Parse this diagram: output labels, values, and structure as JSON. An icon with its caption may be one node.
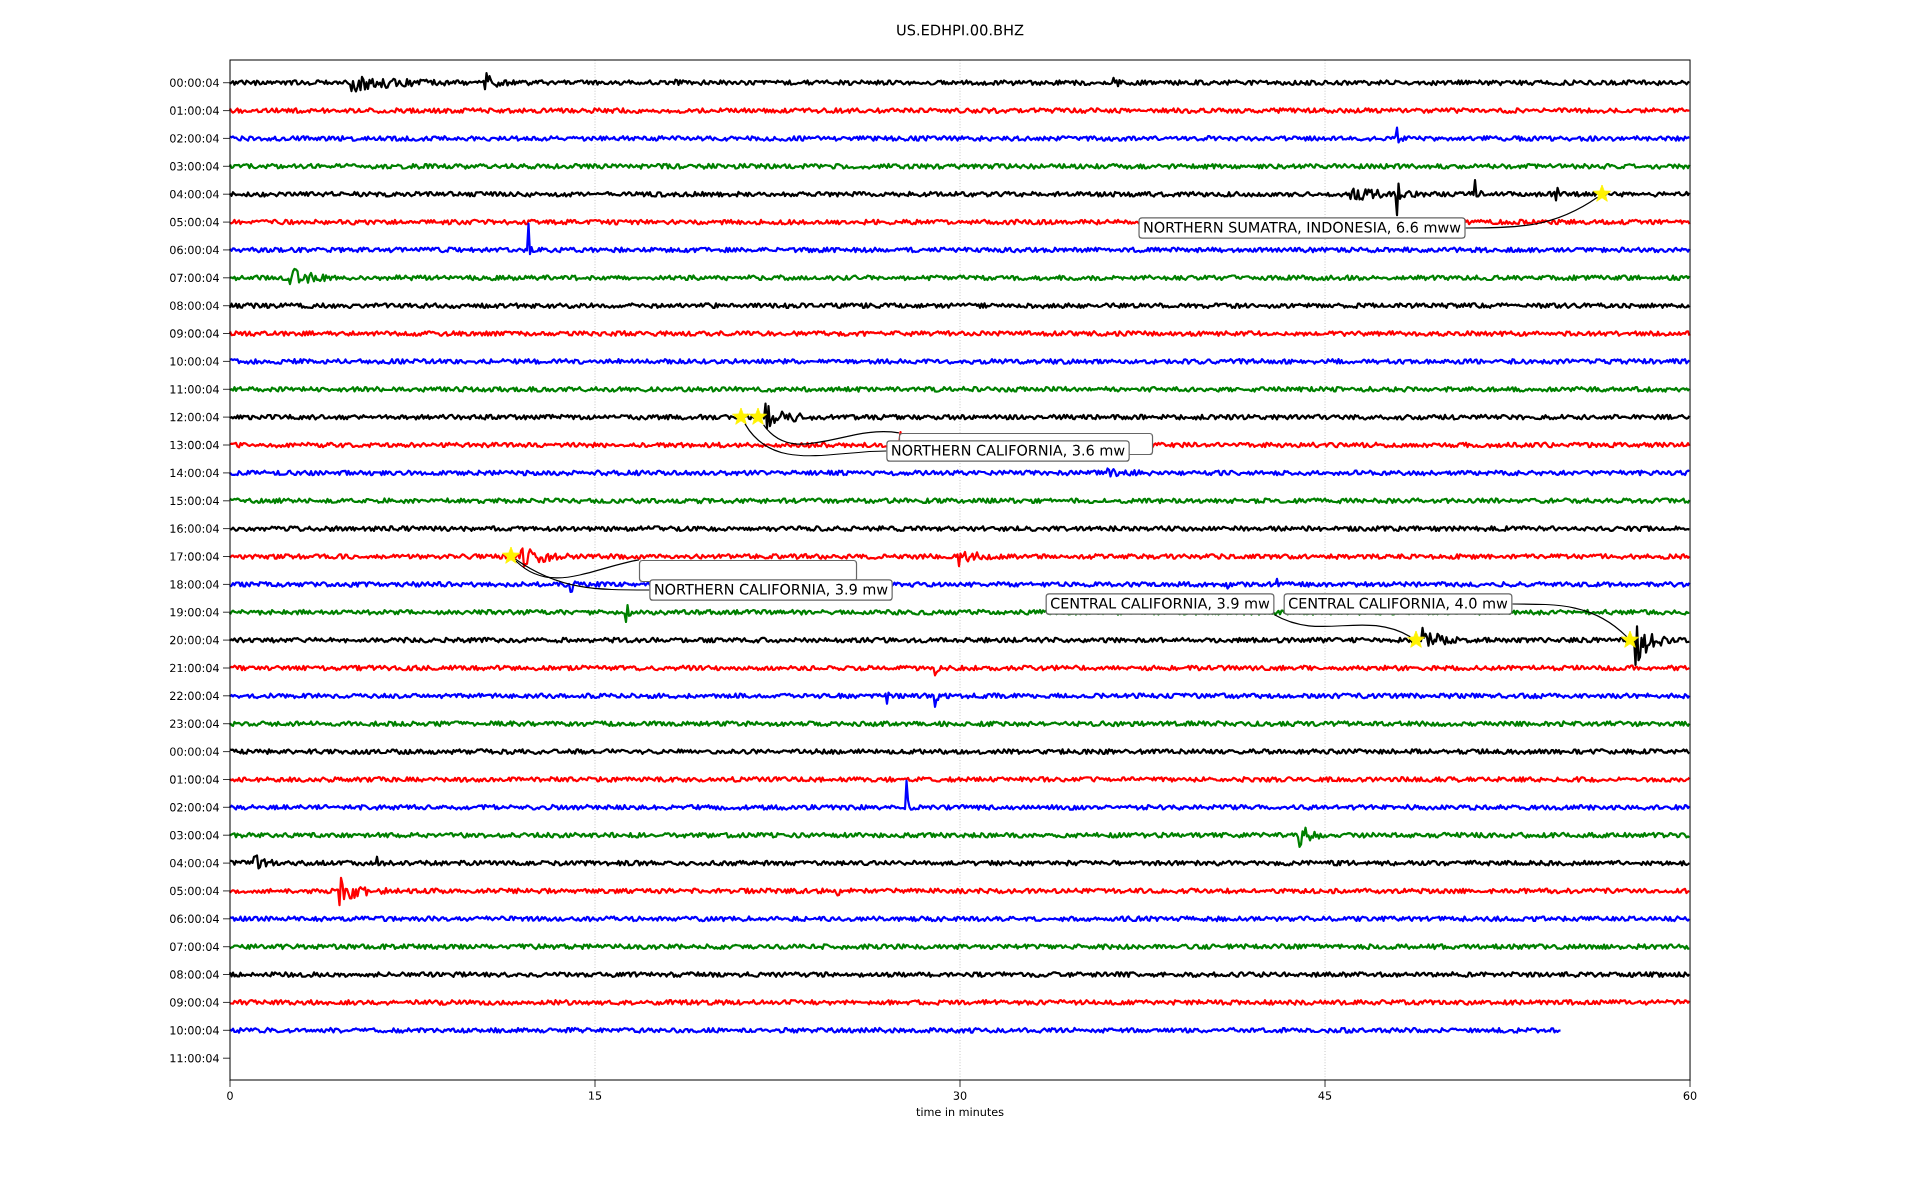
{
  "diagram": {
    "title": "US.EDHPI.00.BHZ",
    "nodes": [
      {
        "text": [],
        "shape": "star"
      },
      {
        "text": [
          "NORTHERN SUMATRA, INDONESIA, 6.6 mww"
        ]
      },
      {
        "text": [],
        "shape": "star"
      },
      {
        "text": [],
        "shape": "star"
      },
      {
        "text": [
          "NORTHERN CALIFORNIA, 3.6 mw"
        ]
      },
      {
        "text": [],
        "shape": "box"
      },
      {
        "text": [],
        "shape": "star"
      },
      {
        "text": [
          "NORTHERN CALIFORNIA, 3.9 mw"
        ]
      },
      {
        "text": [],
        "shape": "box"
      },
      {
        "text": [
          "CENTRAL CALIFORNIA, 3.9 mw"
        ]
      },
      {
        "text": [
          "CENTRAL CALIFORNIA, 4.0 mw"
        ]
      },
      {
        "text": [],
        "shape": "star"
      },
      {
        "text": [],
        "shape": "star"
      }
    ],
    "edges": [
      {
        "from": 1,
        "to": 0,
        "arrow": "none"
      },
      {
        "from": 4,
        "to": 2,
        "arrow": "none"
      },
      {
        "from": 5,
        "to": 3,
        "arrow": "none"
      },
      {
        "from": 7,
        "to": 6,
        "arrow": "none"
      },
      {
        "from": 8,
        "to": 6,
        "arrow": "none"
      },
      {
        "from": 9,
        "to": 11,
        "arrow": "none"
      },
      {
        "from": 10,
        "to": 12,
        "arrow": "none"
      }
    ],
    "labels": [
      "00:00:04",
      "01:00:04",
      "02:00:04",
      "03:00:04",
      "04:00:04",
      "05:00:04",
      "06:00:04",
      "07:00:04",
      "08:00:04",
      "09:00:04",
      "10:00:04",
      "11:00:04",
      "12:00:04",
      "13:00:04",
      "14:00:04",
      "15:00:04",
      "16:00:04",
      "17:00:04",
      "18:00:04",
      "19:00:04",
      "20:00:04",
      "21:00:04",
      "22:00:04",
      "23:00:04",
      "00:00:04",
      "01:00:04",
      "02:00:04",
      "03:00:04",
      "04:00:04",
      "05:00:04",
      "06:00:04",
      "07:00:04",
      "08:00:04",
      "09:00:04",
      "10:00:04",
      "11:00:04",
      "0",
      "15",
      "30",
      "45",
      "60",
      "time in minutes"
    ]
  }
}
